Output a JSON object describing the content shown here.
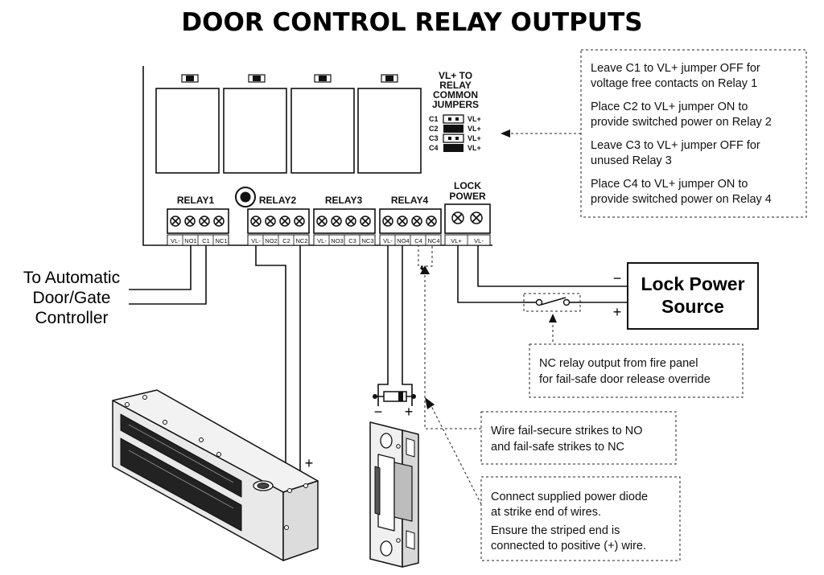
{
  "title": "DOOR CONTROL RELAY OUTPUTS",
  "jumpers": {
    "header_lines": [
      "VL+ TO",
      "RELAY",
      "COMMON",
      "JUMPERS"
    ],
    "rows": [
      {
        "left": "C1",
        "right": "VL+",
        "state": "off"
      },
      {
        "left": "C2",
        "right": "VL+",
        "state": "on"
      },
      {
        "left": "C3",
        "right": "VL+",
        "state": "off"
      },
      {
        "left": "C4",
        "right": "VL+",
        "state": "on"
      }
    ]
  },
  "relays": [
    {
      "label": "RELAY1",
      "terminals": [
        "VL-",
        "NO1",
        "C1",
        "NC1"
      ]
    },
    {
      "label": "RELAY2",
      "terminals": [
        "VL-",
        "NO2",
        "C2",
        "NC2"
      ]
    },
    {
      "label": "RELAY3",
      "terminals": [
        "VL-",
        "NO3",
        "C3",
        "NC3"
      ]
    },
    {
      "label": "RELAY4",
      "terminals": [
        "VL-",
        "NO4",
        "C4",
        "NC4"
      ]
    }
  ],
  "lock_power_terminal": {
    "label_lines": [
      "LOCK",
      "POWER"
    ],
    "terminals": [
      "VL+",
      "VL-"
    ]
  },
  "notes": {
    "jumper_notes": [
      "Leave C1 to VL+ jumper OFF for",
      "voltage free contacts on Relay 1",
      "Place C2 to VL+ jumper ON to",
      "provide switched power on Relay 2",
      "Leave C3 to VL+ jumper OFF for",
      "unused Relay 3",
      "Place C4 to VL+ jumper ON to",
      "provide switched power on Relay 4"
    ],
    "fire_panel": [
      "NC relay output from fire panel",
      "for fail-safe door release override"
    ],
    "strike_wiring": [
      "Wire fail-secure strikes to NO",
      "and fail-safe strikes to NC"
    ],
    "diode": [
      "Connect supplied power diode",
      "at strike end of wires.",
      "Ensure the striped end is",
      "connected to positive (+) wire."
    ]
  },
  "door_controller_label": [
    "To Automatic",
    "Door/Gate",
    "Controller"
  ],
  "lock_power_source": [
    "Lock Power",
    "Source"
  ],
  "polarity": {
    "lock_source_minus": "−",
    "lock_source_plus": "+",
    "maglock_minus": "−",
    "maglock_plus": "+",
    "strike_minus": "−",
    "strike_plus": "+"
  }
}
